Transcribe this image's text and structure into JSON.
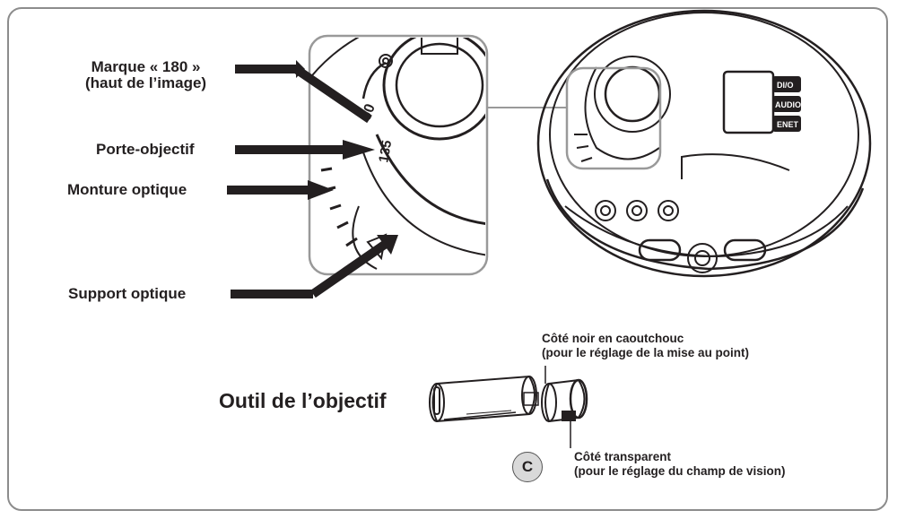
{
  "labels": {
    "marque_line1": "Marque « 180 »",
    "marque_line2": "(haut de l’image)",
    "porte_objectif": "Porte-objectif",
    "monture_optique": "Monture optique",
    "support_optique": "Support optique"
  },
  "tool": {
    "title": "Outil de l’objectif",
    "black_side_line1": "Côté noir en caoutchouc",
    "black_side_line2": "(pour le réglage de la mise au point)",
    "clear_side_line1": "Côté transparent",
    "clear_side_line2": "(pour le réglage du champ de vision)",
    "badge": "C"
  },
  "dial": {
    "marks": [
      "90",
      "135"
    ],
    "ports": [
      "DI/O",
      "AUDIO",
      "ENET"
    ]
  },
  "colors": {
    "frame": "#8c8c8c",
    "ink": "#231f20",
    "badge_fill": "#d9d9d9"
  }
}
